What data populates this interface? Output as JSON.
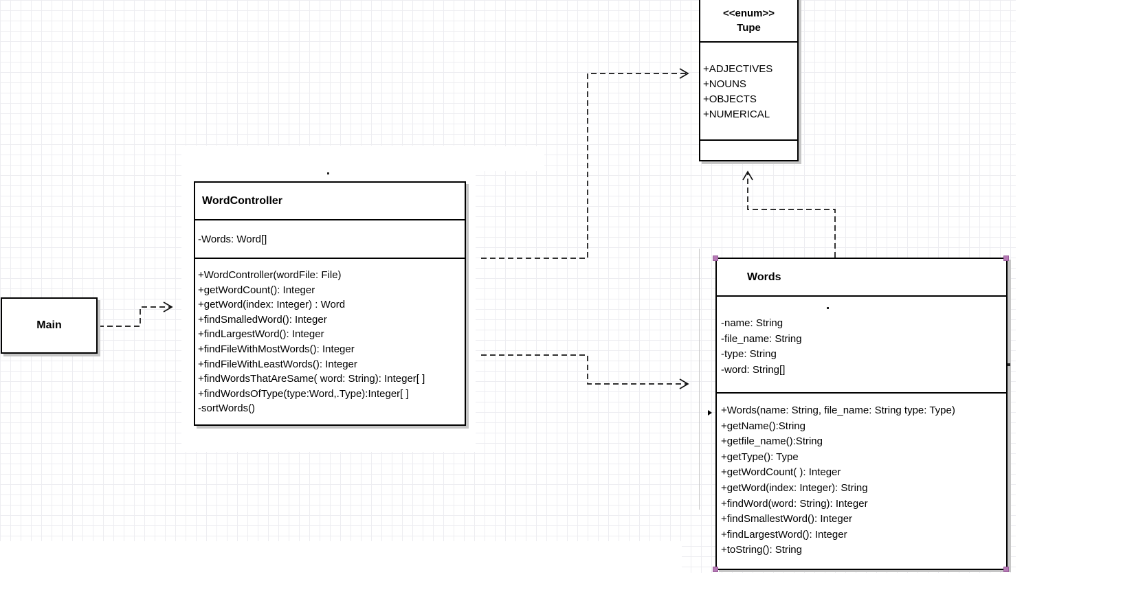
{
  "diagram_type": "uml-class-diagram",
  "classes": {
    "main": {
      "title": "Main"
    },
    "word_controller": {
      "title": "WordController",
      "attributes": [
        "-Words: Word[]"
      ],
      "methods": [
        "+WordController(wordFile: File)",
        "+getWordCount(): Integer",
        "+getWord(index: Integer) : Word",
        "+findSmalledWord(): Integer",
        "+findLargestWord(): Integer",
        "+findFileWithMostWords(): Integer",
        "+findFileWithLeastWords(): Integer",
        "+findWordsThatAreSame( word: String): Integer[ ]",
        "+findWordsOfType(type:Word,.Type):Integer[ ]",
        "-sortWords()"
      ]
    },
    "tupe": {
      "stereotype": "<<enum>>",
      "title": "Tupe",
      "values": [
        "+ADJECTIVES",
        "+NOUNS",
        "+OBJECTS",
        "+NUMERICAL"
      ]
    },
    "words": {
      "title": "Words",
      "attributes": [
        "-name: String",
        "-file_name: String",
        "-type: String",
        "-word: String[]"
      ],
      "methods": [
        "+Words(name: String, file_name: String type: Type)",
        "+getName():String",
        "+getfile_name():String",
        "+getType(): Type",
        "+getWordCount( ): Integer",
        "+getWord(index: Integer): String",
        "+findWord(word: String): Integer",
        "+findSmallestWord(): Integer",
        "+findLargestWord(): Integer",
        "+toString(): String"
      ]
    }
  },
  "relations": [
    {
      "from": "Main",
      "to": "WordController",
      "style": "dashed-open-arrow"
    },
    {
      "from": "WordController",
      "to": "Tupe",
      "style": "dashed-open-arrow"
    },
    {
      "from": "WordController",
      "to": "Words",
      "style": "dashed-open-arrow"
    },
    {
      "from": "Words",
      "to": "Tupe",
      "style": "dashed-open-arrow"
    }
  ],
  "colors": {
    "selection_handle": "#b579b5",
    "connector": "#111111",
    "box_border": "#000000",
    "shadow": "#c6c6c6",
    "grid": "#ededf1"
  }
}
